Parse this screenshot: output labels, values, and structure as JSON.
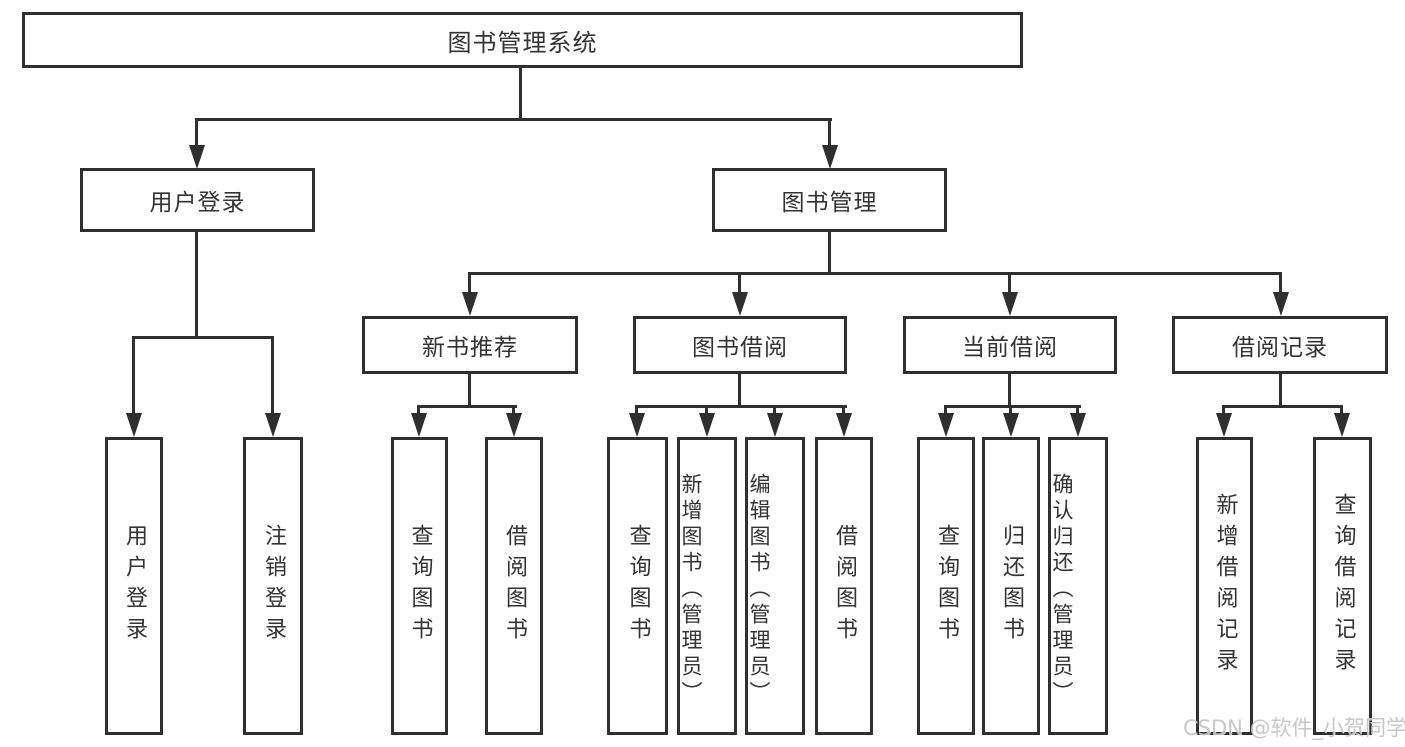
{
  "diagram": {
    "root": {
      "label": "图书管理系统"
    },
    "level2": [
      {
        "label": "用户登录"
      },
      {
        "label": "图书管理"
      }
    ],
    "level3": [
      {
        "label": "新书推荐"
      },
      {
        "label": "图书借阅"
      },
      {
        "label": "当前借阅"
      },
      {
        "label": "借阅记录"
      }
    ],
    "leaves": {
      "user": [
        "用户登录",
        "注销登录"
      ],
      "recommend": [
        "查询图书",
        "借阅图书"
      ],
      "borrow": [
        "查询图书",
        "新增图书（管理员）",
        "编辑图书（管理员）",
        "借阅图书"
      ],
      "current": [
        "查询图书",
        "归还图书",
        "确认归还（管理员）"
      ],
      "records": [
        "新增借阅记录",
        "查询借阅记录"
      ]
    }
  },
  "watermark": {
    "text": "CSDN @软件_小贺同学"
  },
  "colors": {
    "line": "#2f2f2f",
    "text": "#333333",
    "background": "#ffffff",
    "watermark": "#c4c4c4"
  }
}
